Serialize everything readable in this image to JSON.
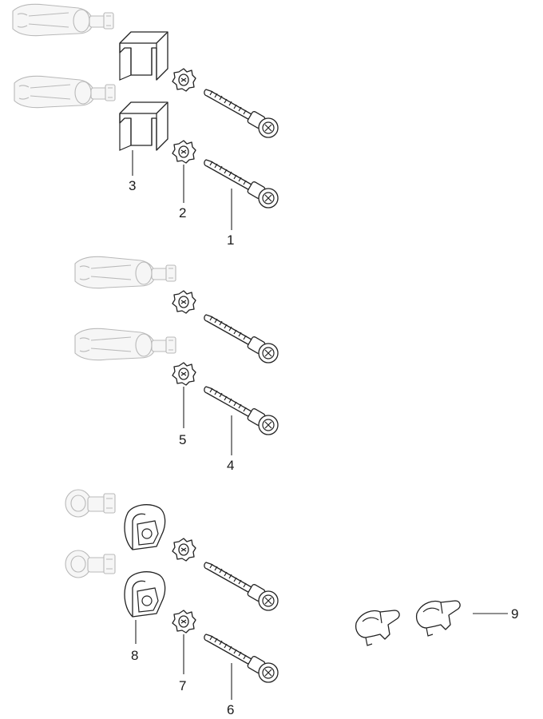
{
  "callouts": {
    "c1": "1",
    "c2": "2",
    "c3": "3",
    "c4": "4",
    "c5": "5",
    "c6": "6",
    "c7": "7",
    "c8": "8",
    "c9": "9"
  },
  "colors": {
    "ghost_stroke": "#b9b9b9",
    "part_stroke": "#222222",
    "background": "#ffffff"
  }
}
